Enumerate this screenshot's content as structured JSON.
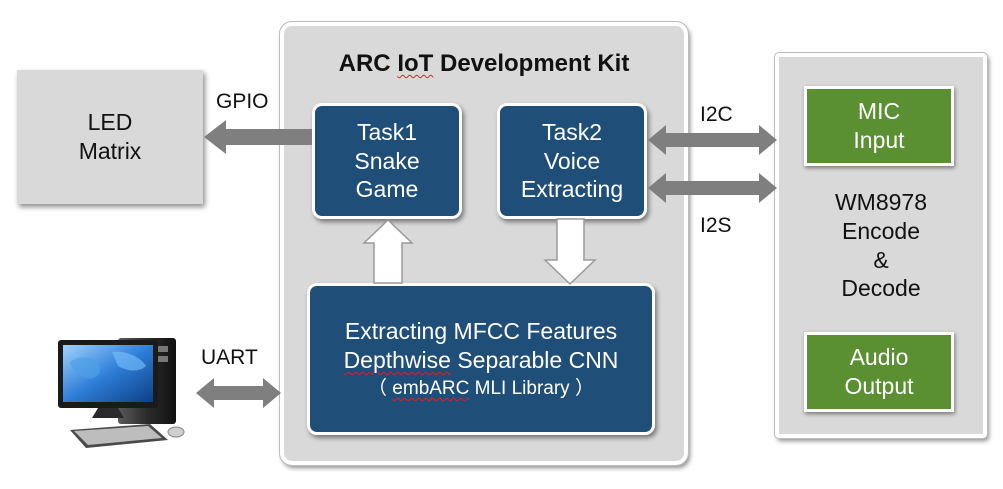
{
  "kit": {
    "title_prefix": "ARC ",
    "title_misspelled": "IoT",
    "title_suffix": " Development Kit"
  },
  "led_matrix": {
    "line1": "LED",
    "line2": "Matrix"
  },
  "task1": {
    "line1": "Task1",
    "line2": "Snake",
    "line3": "Game"
  },
  "task2": {
    "line1": "Task2",
    "line2": "Voice",
    "line3": "Extracting"
  },
  "mli": {
    "line1": "Extracting MFCC Features",
    "line2_misspelled": "Depthwise",
    "line2_rest": " Separable CNN",
    "line3_open": "（ ",
    "line3_misspelled": "embARC",
    "line3_rest": " MLI Library ）"
  },
  "codec": {
    "mic_line1": "MIC",
    "mic_line2": "Input",
    "chip_line1": "WM8978",
    "chip_line2": "Encode",
    "chip_line3": "&",
    "chip_line4": "Decode",
    "audio_line1": "Audio",
    "audio_line2": "Output"
  },
  "connections": {
    "gpio": "GPIO",
    "uart": "UART",
    "i2c": "I2C",
    "i2s": "I2S"
  },
  "colors": {
    "panel": "#d9d9d9",
    "task_box": "#1f4e79",
    "green_box": "#5a8f32",
    "arrow": "#7f7f7f"
  }
}
